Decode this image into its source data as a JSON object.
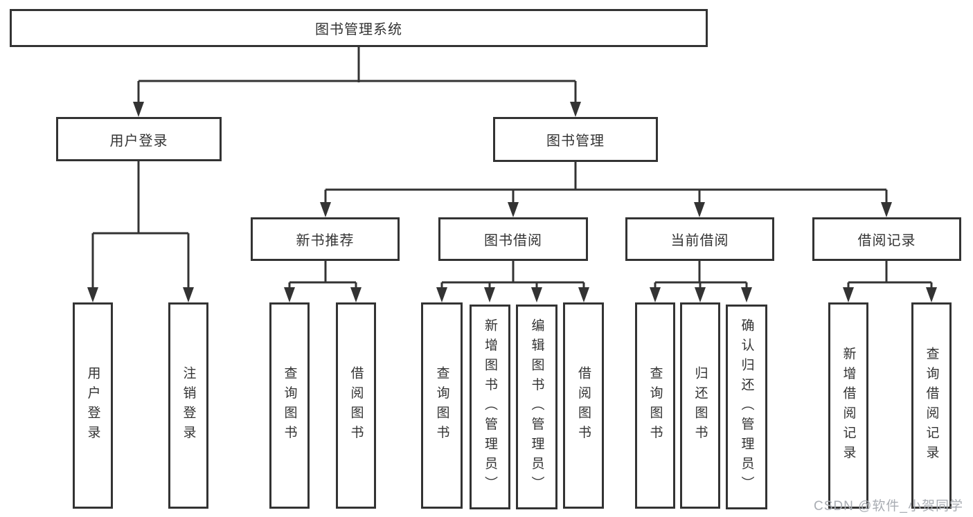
{
  "colors": {
    "line": "#333333",
    "text": "#333333",
    "box_background": "#ffffff",
    "watermark": "#a9adb3"
  },
  "tree": {
    "label": "图书管理系统",
    "children": [
      {
        "label": "用户登录",
        "children": [
          {
            "label": "用户登录"
          },
          {
            "label": "注销登录"
          }
        ]
      },
      {
        "label": "图书管理",
        "children": [
          {
            "label": "新书推荐",
            "children": [
              {
                "label": "查询图书"
              },
              {
                "label": "借阅图书"
              }
            ]
          },
          {
            "label": "图书借阅",
            "children": [
              {
                "label": "查询图书"
              },
              {
                "label": "新增图书（管理员）"
              },
              {
                "label": "编辑图书（管理员）"
              },
              {
                "label": "借阅图书"
              }
            ]
          },
          {
            "label": "当前借阅",
            "children": [
              {
                "label": "查询图书"
              },
              {
                "label": "归还图书"
              },
              {
                "label": "确认归还（管理员）"
              }
            ]
          },
          {
            "label": "借阅记录",
            "children": [
              {
                "label": "新增借阅记录"
              },
              {
                "label": "查询借阅记录"
              }
            ]
          }
        ]
      }
    ]
  },
  "watermark": {
    "text": "CSDN @软件_小贺同学"
  }
}
